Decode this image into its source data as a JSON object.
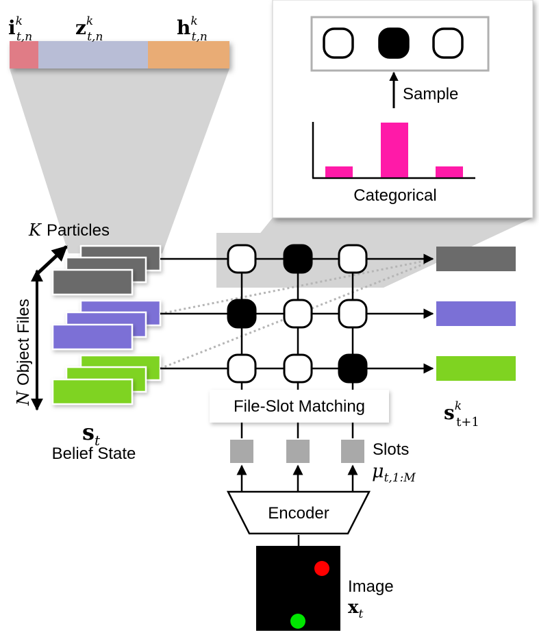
{
  "vector": {
    "labels": [
      {
        "base": "i",
        "sup": "k",
        "sub": "t,n"
      },
      {
        "base": "z",
        "sup": "k",
        "sub": "t,n"
      },
      {
        "base": "h",
        "sup": "k",
        "sub": "t,n"
      }
    ],
    "segment_colors": [
      "#e07c86",
      "#b8bdd6",
      "#e9ac74"
    ]
  },
  "zoom_panel": {
    "sample_label": "Sample",
    "categorical_label": "Categorical",
    "onehot_states": [
      false,
      true,
      false
    ],
    "categorical_values": [
      0.2,
      1.0,
      0.2
    ],
    "categorical_color": "#ff1aa8"
  },
  "particles": {
    "k_label": "K",
    "particles_label": "Particles",
    "n_label": "N",
    "object_files_label": "Object Files",
    "state_symbol": "s",
    "state_sub": "t",
    "belief_state_label": "Belief State"
  },
  "matching": {
    "label": "File-Slot Matching",
    "grid": [
      [
        false,
        true,
        false
      ],
      [
        true,
        false,
        false
      ],
      [
        false,
        false,
        true
      ]
    ]
  },
  "object_file_colors": [
    "#6b6b6b",
    "#7b70d6",
    "#7fd321"
  ],
  "output": {
    "symbol": "s",
    "sup": "k",
    "sub": "t+1"
  },
  "slots": {
    "label": "Slots",
    "symbol": "μ",
    "sub": "t,1:M"
  },
  "encoder": {
    "label": "Encoder"
  },
  "image": {
    "label": "Image",
    "symbol": "x",
    "sub": "t",
    "dot_colors": [
      "#ff0000",
      "#00e600"
    ]
  }
}
